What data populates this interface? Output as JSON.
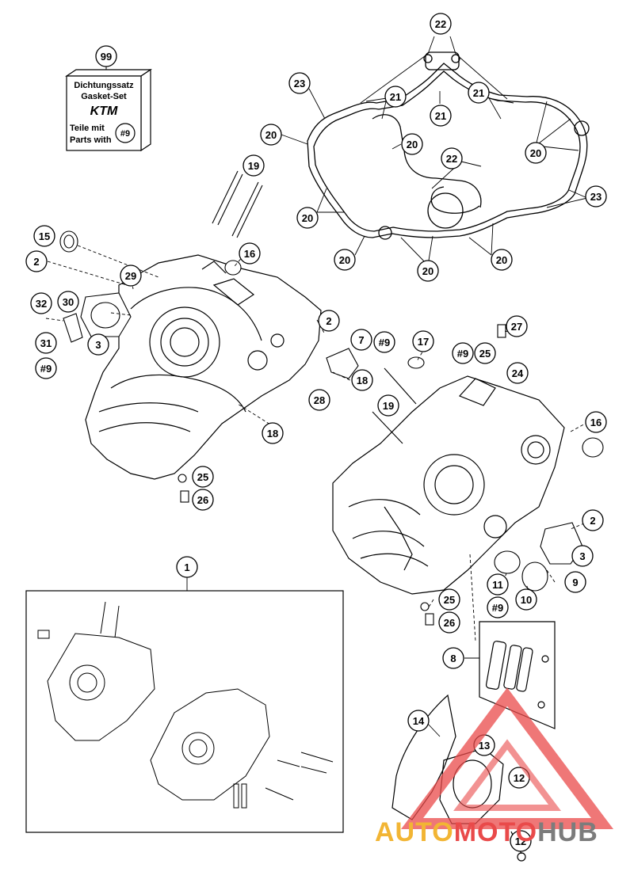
{
  "gasket_set_box": {
    "number": "99",
    "line1": "Dichtungssatz",
    "line2": "Gasket-Set",
    "logo": "KTM",
    "line3": "Teile mit",
    "line4": "Parts with",
    "ref": "#9"
  },
  "callouts": [
    {
      "id": "c22a",
      "label": "22"
    },
    {
      "id": "c23a",
      "label": "23"
    },
    {
      "id": "c21a",
      "label": "21"
    },
    {
      "id": "c21b",
      "label": "21"
    },
    {
      "id": "c21c",
      "label": "21"
    },
    {
      "id": "c20a",
      "label": "20"
    },
    {
      "id": "c20b",
      "label": "20"
    },
    {
      "id": "c22b",
      "label": "22"
    },
    {
      "id": "c20c",
      "label": "20"
    },
    {
      "id": "c19a",
      "label": "19"
    },
    {
      "id": "c20d",
      "label": "20"
    },
    {
      "id": "c23b",
      "label": "23"
    },
    {
      "id": "c15",
      "label": "15"
    },
    {
      "id": "c16a",
      "label": "16"
    },
    {
      "id": "c20e",
      "label": "20"
    },
    {
      "id": "c20f",
      "label": "20"
    },
    {
      "id": "c20g",
      "label": "20"
    },
    {
      "id": "c2a",
      "label": "2"
    },
    {
      "id": "c29",
      "label": "29"
    },
    {
      "id": "c32",
      "label": "32"
    },
    {
      "id": "c30",
      "label": "30"
    },
    {
      "id": "c2b",
      "label": "2"
    },
    {
      "id": "c3a",
      "label": "3"
    },
    {
      "id": "c7",
      "label": "7"
    },
    {
      "id": "c9a",
      "label": "#9"
    },
    {
      "id": "c17",
      "label": "17"
    },
    {
      "id": "c27",
      "label": "27"
    },
    {
      "id": "c31",
      "label": "31"
    },
    {
      "id": "c9b",
      "label": "#9"
    },
    {
      "id": "c9c",
      "label": "#9"
    },
    {
      "id": "c25a",
      "label": "25"
    },
    {
      "id": "c18a",
      "label": "18"
    },
    {
      "id": "c24",
      "label": "24"
    },
    {
      "id": "c28",
      "label": "28"
    },
    {
      "id": "c19b",
      "label": "19"
    },
    {
      "id": "c16b",
      "label": "16"
    },
    {
      "id": "c18b",
      "label": "18"
    },
    {
      "id": "c25b",
      "label": "25"
    },
    {
      "id": "c26a",
      "label": "26"
    },
    {
      "id": "c2c",
      "label": "2"
    },
    {
      "id": "c3b",
      "label": "3"
    },
    {
      "id": "c1",
      "label": "1"
    },
    {
      "id": "c9d",
      "label": "9"
    },
    {
      "id": "c11",
      "label": "11"
    },
    {
      "id": "c10",
      "label": "10"
    },
    {
      "id": "c25c",
      "label": "25"
    },
    {
      "id": "c9e",
      "label": "#9"
    },
    {
      "id": "c26b",
      "label": "26"
    },
    {
      "id": "c8",
      "label": "8"
    },
    {
      "id": "c14",
      "label": "14"
    },
    {
      "id": "c13",
      "label": "13"
    },
    {
      "id": "c12a",
      "label": "12"
    },
    {
      "id": "c12b",
      "label": "12"
    }
  ],
  "watermark": {
    "part1": "AUTO",
    "part2": "MOTO",
    "part3": "HUB",
    "color_red": "#e94a4a",
    "color_gold": "#f2b534",
    "color_grey": "#7c7c7c"
  }
}
